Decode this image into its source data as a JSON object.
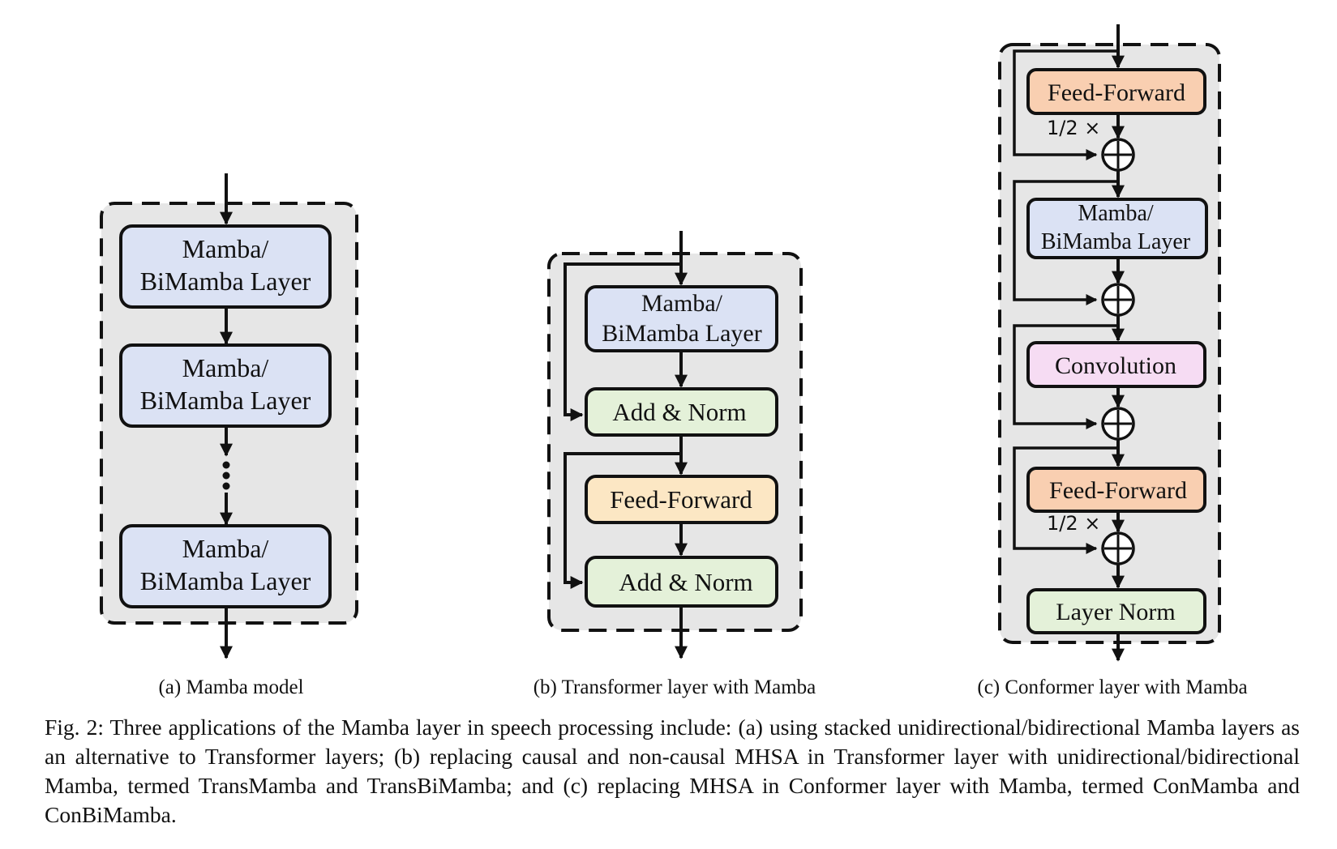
{
  "colors": {
    "panel_bg": "#e6e6e6",
    "mamba": "#dbe2f4",
    "add_norm": "#e4f1d9",
    "feed_forward_b": "#fce7c4",
    "feed_forward_c": "#f9cfb1",
    "convolution": "#f6dcf3",
    "layer_norm": "#e4f1d9",
    "stroke": "#111111"
  },
  "panel_a": {
    "blocks": [
      {
        "line1": "Mamba/",
        "line2": "BiMamba Layer"
      },
      {
        "line1": "Mamba/",
        "line2": "BiMamba Layer"
      },
      {
        "line1": "Mamba/",
        "line2": "BiMamba Layer"
      }
    ],
    "caption": "(a) Mamba model"
  },
  "panel_b": {
    "mamba": {
      "line1": "Mamba/",
      "line2": "BiMamba Layer"
    },
    "add_norm_1": "Add & Norm",
    "feed_forward": "Feed-Forward",
    "add_norm_2": "Add & Norm",
    "caption": "(b) Transformer layer with Mamba"
  },
  "panel_c": {
    "feed_forward_1": "Feed-Forward",
    "scale_1": "1/2 ×",
    "mamba": {
      "line1": "Mamba/",
      "line2": "BiMamba Layer"
    },
    "convolution": "Convolution",
    "feed_forward_2": "Feed-Forward",
    "scale_2": "1/2 ×",
    "layer_norm": "Layer Norm",
    "caption": "(c) Conformer layer with Mamba"
  },
  "figure_caption": "Fig. 2: Three applications of the Mamba layer in speech processing include: (a) using stacked unidirectional/bidirectional Mamba layers as an alternative to Transformer layers; (b) replacing causal and non-causal MHSA in Transformer layer with unidirectional/bidirectional Mamba, termed TransMamba and TransBiMamba; and (c) replacing MHSA in Conformer layer with Mamba, termed ConMamba and ConBiMamba."
}
